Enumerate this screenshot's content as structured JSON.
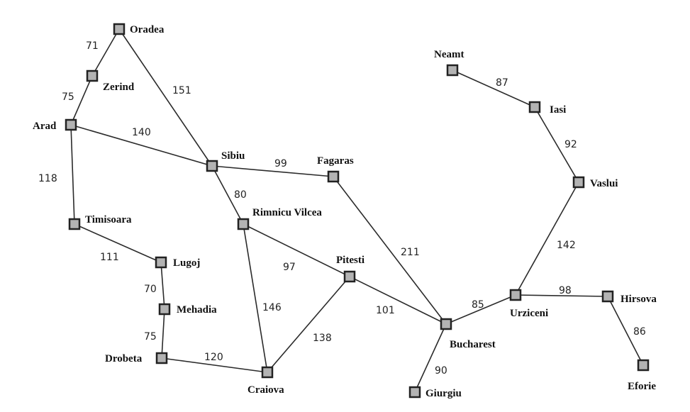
{
  "cities": {
    "oradea": "Oradea",
    "zerind": "Zerind",
    "arad": "Arad",
    "sibiu": "Sibiu",
    "fagaras": "Fagaras",
    "timisoara": "Timisoara",
    "rimnicu_vilcea": "Rimnicu Vilcea",
    "lugoj": "Lugoj",
    "mehadia": "Mehadia",
    "drobeta": "Drobeta",
    "craiova": "Craiova",
    "pitesti": "Pitesti",
    "bucharest": "Bucharest",
    "giurgiu": "Giurgiu",
    "urziceni": "Urziceni",
    "hirsova": "Hirsova",
    "eforie": "Eforie",
    "vaslui": "Vaslui",
    "iasi": "Iasi",
    "neamt": "Neamt"
  },
  "roads": {
    "oradea_zerind": "71",
    "zerind_arad": "75",
    "oradea_sibiu": "151",
    "arad_sibiu": "140",
    "arad_timisoara": "118",
    "sibiu_fagaras": "99",
    "sibiu_rimnicu_vilcea": "80",
    "timisoara_lugoj": "111",
    "lugoj_mehadia": "70",
    "mehadia_drobeta": "75",
    "drobeta_craiova": "120",
    "rimnicu_vilcea_craiova": "146",
    "rimnicu_vilcea_pitesti": "97",
    "craiova_pitesti": "138",
    "pitesti_bucharest": "101",
    "fagaras_bucharest": "211",
    "bucharest_giurgiu": "90",
    "bucharest_urziceni": "85",
    "urziceni_hirsova": "98",
    "hirsova_eforie": "86",
    "urziceni_vaslui": "142",
    "vaslui_iasi": "92",
    "iasi_neamt": "87"
  }
}
